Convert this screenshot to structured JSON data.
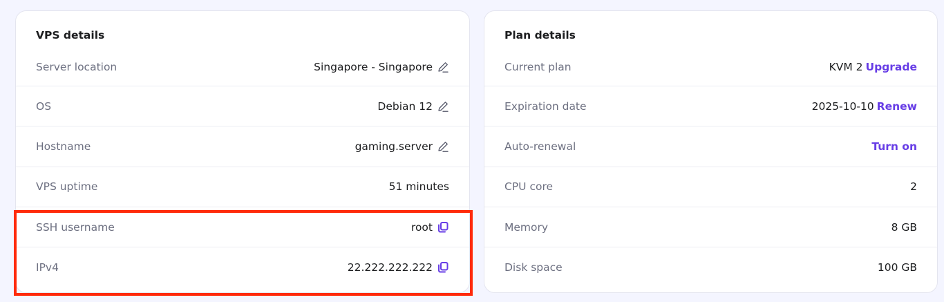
{
  "vps_details": {
    "title": "VPS details",
    "rows": [
      {
        "label": "Server location",
        "value": "Singapore - Singapore",
        "icon": "pencil-icon"
      },
      {
        "label": "OS",
        "value": "Debian 12",
        "icon": "pencil-icon"
      },
      {
        "label": "Hostname",
        "value": "gaming.server",
        "icon": "pencil-icon"
      },
      {
        "label": "VPS uptime",
        "value": "51 minutes"
      },
      {
        "label": "SSH username",
        "value": "root",
        "icon": "copy-icon"
      },
      {
        "label": "IPv4",
        "value": "22.222.222.222",
        "icon": "copy-icon"
      }
    ]
  },
  "plan_details": {
    "title": "Plan details",
    "rows": [
      {
        "label": "Current plan",
        "value": "KVM 2",
        "link": "Upgrade"
      },
      {
        "label": "Expiration date",
        "value": "2025-10-10",
        "link": "Renew"
      },
      {
        "label": "Auto-renewal",
        "value": "",
        "link": "Turn on"
      },
      {
        "label": "CPU core",
        "value": "2"
      },
      {
        "label": "Memory",
        "value": "8 GB"
      },
      {
        "label": "Disk space",
        "value": "100 GB"
      }
    ]
  },
  "colors": {
    "background": "#f4f5ff",
    "accent": "#673de6",
    "highlight": "#ff2a0a",
    "text": "#1d1e20",
    "label": "#6d7081"
  }
}
